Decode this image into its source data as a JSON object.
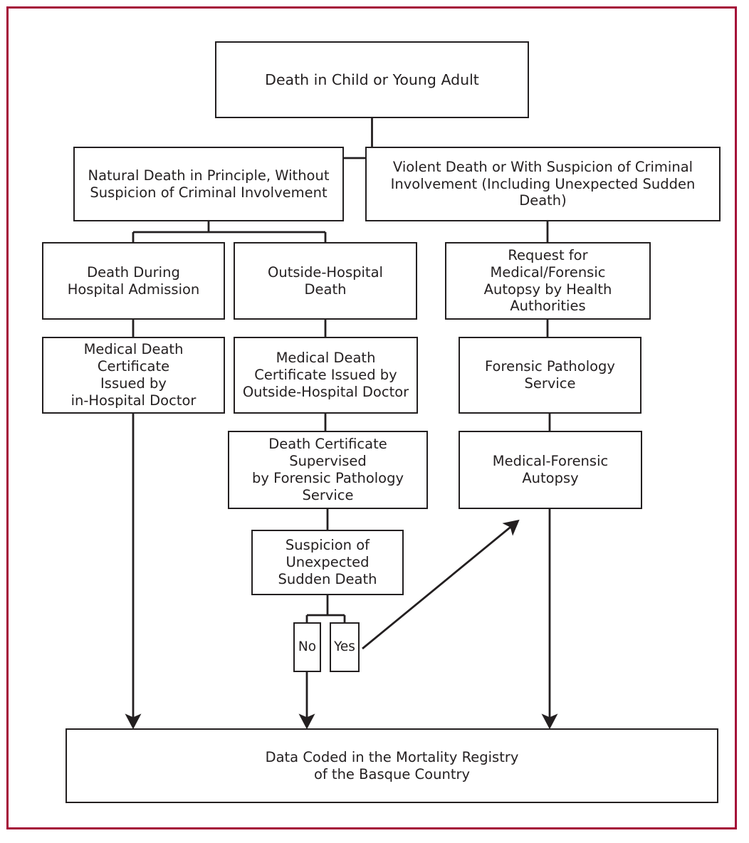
{
  "figure": {
    "type": "flowchart",
    "title": "Death certification and mortality registry pathway",
    "frame_color": "#a50c38",
    "line_color": "#231f20",
    "background": "#ffffff"
  },
  "nodes": {
    "root": "Death in Child or Young Adult",
    "natural": "Natural Death in Principle, Without\nSuspicion of Criminal Involvement",
    "violent": "Violent Death or With Suspicion of Criminal\nInvolvement (Including Unexpected Sudden Death)",
    "in_hospital": "Death During\nHospital Admission",
    "outside_hospital": "Outside-Hospital\nDeath",
    "request_autopsy": "Request for Medical/Forensic\nAutopsy by Health\nAuthorities",
    "certificate_in_hospital": "Medical Death Certificate\nIssued by\nin-Hospital Doctor",
    "certificate_outside_hospital": "Medical Death\nCertificate Issued by\nOutside-Hospital Doctor",
    "forensic_pathology_service": "Forensic Pathology\nService",
    "supervised_certificate": "Death Certificate Supervised\nby Forensic Pathology\nService",
    "medical_forensic_autopsy": "Medical-Forensic\nAutopsy",
    "suspicion": "Suspicion of\nUnexpected\nSudden Death",
    "decision_no": "No",
    "decision_yes": "Yes",
    "registry": "Data Coded in the Mortality Registry\nof the Basque Country"
  },
  "edges": [
    {
      "from": "root",
      "to": "natural",
      "style": "elbow"
    },
    {
      "from": "root",
      "to": "violent",
      "style": "elbow"
    },
    {
      "from": "natural",
      "to": "in_hospital",
      "style": "elbow"
    },
    {
      "from": "natural",
      "to": "outside_hospital",
      "style": "elbow"
    },
    {
      "from": "violent",
      "to": "request_autopsy",
      "style": "straight"
    },
    {
      "from": "in_hospital",
      "to": "certificate_in_hospital",
      "style": "straight"
    },
    {
      "from": "outside_hospital",
      "to": "certificate_outside_hospital",
      "style": "straight"
    },
    {
      "from": "request_autopsy",
      "to": "forensic_pathology_service",
      "style": "straight"
    },
    {
      "from": "certificate_outside_hospital",
      "to": "supervised_certificate",
      "style": "straight"
    },
    {
      "from": "forensic_pathology_service",
      "to": "medical_forensic_autopsy",
      "style": "straight"
    },
    {
      "from": "supervised_certificate",
      "to": "suspicion",
      "style": "straight"
    },
    {
      "from": "suspicion",
      "to": "decision_no",
      "style": "elbow"
    },
    {
      "from": "suspicion",
      "to": "decision_yes",
      "style": "elbow"
    },
    {
      "from": "decision_yes",
      "to": "medical_forensic_autopsy",
      "style": "diagonal-arrow"
    },
    {
      "from": "certificate_in_hospital",
      "to": "registry",
      "style": "arrow"
    },
    {
      "from": "decision_no",
      "to": "registry",
      "style": "arrow"
    },
    {
      "from": "medical_forensic_autopsy",
      "to": "registry",
      "style": "arrow"
    }
  ]
}
